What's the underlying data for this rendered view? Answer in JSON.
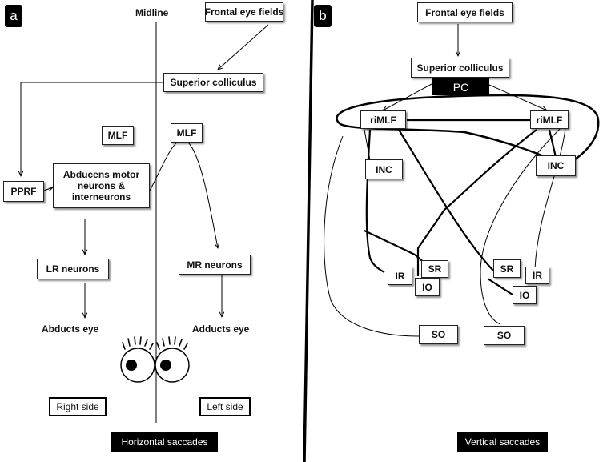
{
  "panel_a": {
    "letter": "a",
    "midline": "Midline",
    "frontal_eye_fields": "Frontal eye fields",
    "superior_colliculus": "Superior colliculus",
    "mlf_right": "MLF",
    "mlf_left": "MLF",
    "pprf": "PPRF",
    "abducens": "Abducens motor neurons & interneurons",
    "lr_neurons": "LR neurons",
    "mr_neurons": "MR neurons",
    "abducts_eye": "Abducts eye",
    "adducts_eye": "Adducts eye",
    "right_side": "Right side",
    "left_side": "Left side",
    "caption": "Horizontal saccades"
  },
  "panel_b": {
    "letter": "b",
    "frontal_eye_fields": "Frontal eye fields",
    "superior_colliculus": "Superior colliculus",
    "pc": "PC",
    "rimlf_left": "riMLF",
    "rimlf_right": "riMLF",
    "inc_left": "INC",
    "inc_right": "INC",
    "ir_left": "IR",
    "sr_left": "SR",
    "io_left": "IO",
    "sr_right": "SR",
    "ir_right": "IR",
    "io_right": "IO",
    "so_left": "SO",
    "so_right": "SO",
    "caption": "Vertical saccades"
  }
}
